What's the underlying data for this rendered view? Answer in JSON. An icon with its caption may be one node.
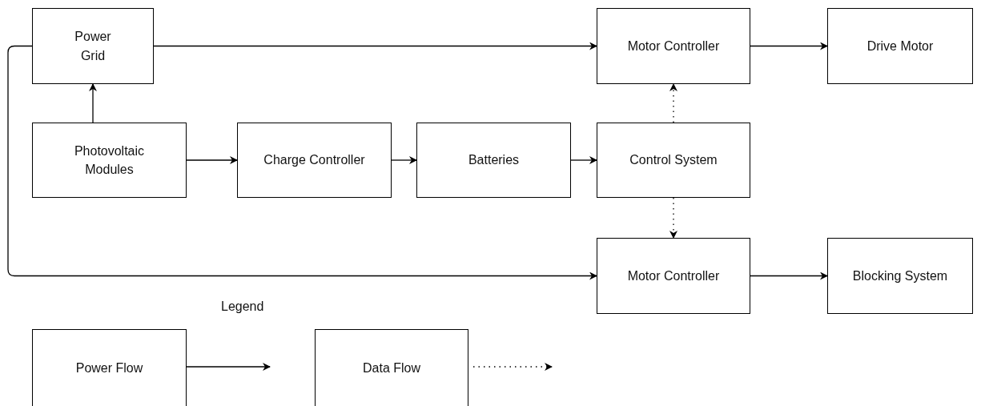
{
  "diagram": {
    "nodes": [
      {
        "text": [
          "Power Grid"
        ]
      },
      {
        "text": [
          "Motor Controller"
        ]
      },
      {
        "text": [
          "Drive Motor"
        ]
      },
      {
        "text": [
          "Photovoltaic Modules"
        ]
      },
      {
        "text": [
          "Charge Controller"
        ]
      },
      {
        "text": [
          "Batteries"
        ]
      },
      {
        "text": [
          "Control System"
        ]
      },
      {
        "text": [
          "Motor Controller"
        ]
      },
      {
        "text": [
          "Blocking System"
        ]
      }
    ],
    "edges": [
      {
        "from": 0,
        "to": 1,
        "arrow": "to"
      },
      {
        "from": 1,
        "to": 2,
        "arrow": "to"
      },
      {
        "from": 3,
        "to": 0,
        "arrow": "to"
      },
      {
        "from": 3,
        "to": 4,
        "arrow": "to"
      },
      {
        "from": 4,
        "to": 5,
        "arrow": "to"
      },
      {
        "from": 5,
        "to": 6,
        "arrow": "to"
      },
      {
        "from": 6,
        "to": 1,
        "arrow": "to",
        "style": "dashed"
      },
      {
        "from": 6,
        "to": 7,
        "arrow": "to",
        "style": "dashed"
      },
      {
        "from": 0,
        "to": 7,
        "arrow": "to"
      },
      {
        "from": 7,
        "to": 8,
        "arrow": "to"
      }
    ],
    "labels": [
      "Legend"
    ],
    "legend": [
      {
        "text": "Power Flow"
      },
      {
        "text": "Data Flow"
      }
    ]
  }
}
